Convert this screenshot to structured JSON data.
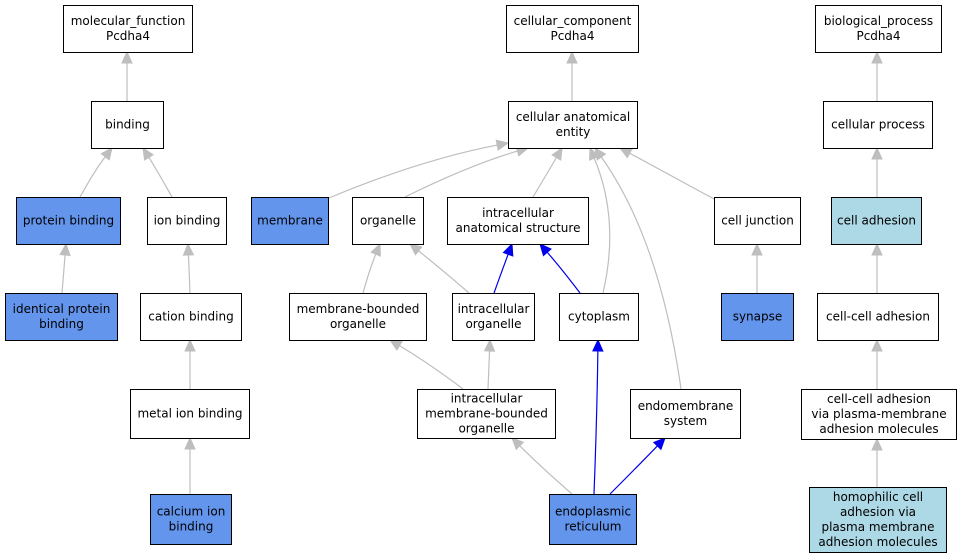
{
  "colors": {
    "default_fill": "#ffffff",
    "annotated_fill": "#6495ed",
    "highlight_fill": "#add8e6",
    "edge_gray": "#bebebe",
    "edge_blue": "#0000ee"
  },
  "nodes": {
    "molecular_function": {
      "lines": [
        "molecular_function",
        "Pcdha4"
      ],
      "style": "default"
    },
    "binding": {
      "lines": [
        "binding"
      ],
      "style": "default"
    },
    "protein_binding": {
      "lines": [
        "protein binding"
      ],
      "style": "annotated"
    },
    "ion_binding": {
      "lines": [
        "ion binding"
      ],
      "style": "default"
    },
    "identical_protein_binding": {
      "lines": [
        "identical protein",
        "binding"
      ],
      "style": "annotated"
    },
    "cation_binding": {
      "lines": [
        "cation binding"
      ],
      "style": "default"
    },
    "metal_ion_binding": {
      "lines": [
        "metal ion binding"
      ],
      "style": "default"
    },
    "calcium_ion_binding": {
      "lines": [
        "calcium ion",
        "binding"
      ],
      "style": "annotated"
    },
    "cellular_component": {
      "lines": [
        "cellular_component",
        "Pcdha4"
      ],
      "style": "default"
    },
    "cellular_anatomical_entity": {
      "lines": [
        "cellular anatomical",
        "entity"
      ],
      "style": "default"
    },
    "membrane": {
      "lines": [
        "membrane"
      ],
      "style": "annotated"
    },
    "organelle": {
      "lines": [
        "organelle"
      ],
      "style": "default"
    },
    "intracellular_anatomical_structure": {
      "lines": [
        "intracellular",
        "anatomical structure"
      ],
      "style": "default"
    },
    "cell_junction": {
      "lines": [
        "cell junction"
      ],
      "style": "default"
    },
    "membrane_bounded_organelle": {
      "lines": [
        "membrane-bounded",
        "organelle"
      ],
      "style": "default"
    },
    "intracellular_organelle": {
      "lines": [
        "intracellular",
        "organelle"
      ],
      "style": "default"
    },
    "cytoplasm": {
      "lines": [
        "cytoplasm"
      ],
      "style": "default"
    },
    "synapse": {
      "lines": [
        "synapse"
      ],
      "style": "annotated"
    },
    "intracellular_membrane_bounded_organelle": {
      "lines": [
        "intracellular",
        "membrane-bounded",
        "organelle"
      ],
      "style": "default"
    },
    "endomembrane_system": {
      "lines": [
        "endomembrane",
        "system"
      ],
      "style": "default"
    },
    "endoplasmic_reticulum": {
      "lines": [
        "endoplasmic",
        "reticulum"
      ],
      "style": "annotated"
    },
    "biological_process": {
      "lines": [
        "biological_process",
        "Pcdha4"
      ],
      "style": "default"
    },
    "cellular_process": {
      "lines": [
        "cellular process"
      ],
      "style": "default"
    },
    "cell_adhesion": {
      "lines": [
        "cell adhesion"
      ],
      "style": "highlight"
    },
    "cell_cell_adhesion": {
      "lines": [
        "cell-cell adhesion"
      ],
      "style": "default"
    },
    "cell_cell_adhesion_via_pm": {
      "lines": [
        "cell-cell adhesion",
        "via plasma-membrane",
        "adhesion molecules"
      ],
      "style": "default"
    },
    "homophilic_cell_adhesion": {
      "lines": [
        "homophilic cell",
        "adhesion via",
        "plasma membrane",
        "adhesion molecules"
      ],
      "style": "highlight"
    }
  },
  "edges": [
    {
      "from": "binding",
      "to": "molecular_function",
      "color": "gray"
    },
    {
      "from": "protein_binding",
      "to": "binding",
      "color": "gray"
    },
    {
      "from": "ion_binding",
      "to": "binding",
      "color": "gray"
    },
    {
      "from": "identical_protein_binding",
      "to": "protein_binding",
      "color": "gray"
    },
    {
      "from": "cation_binding",
      "to": "ion_binding",
      "color": "gray"
    },
    {
      "from": "metal_ion_binding",
      "to": "cation_binding",
      "color": "gray"
    },
    {
      "from": "calcium_ion_binding",
      "to": "metal_ion_binding",
      "color": "gray"
    },
    {
      "from": "cellular_anatomical_entity",
      "to": "cellular_component",
      "color": "gray"
    },
    {
      "from": "membrane",
      "to": "cellular_anatomical_entity",
      "color": "gray"
    },
    {
      "from": "organelle",
      "to": "cellular_anatomical_entity",
      "color": "gray"
    },
    {
      "from": "intracellular_anatomical_structure",
      "to": "cellular_anatomical_entity",
      "color": "gray"
    },
    {
      "from": "cytoplasm",
      "to": "cellular_anatomical_entity",
      "color": "gray"
    },
    {
      "from": "endomembrane_system",
      "to": "cellular_anatomical_entity",
      "color": "gray"
    },
    {
      "from": "cell_junction",
      "to": "cellular_anatomical_entity",
      "color": "gray"
    },
    {
      "from": "membrane_bounded_organelle",
      "to": "organelle",
      "color": "gray"
    },
    {
      "from": "intracellular_organelle",
      "to": "organelle",
      "color": "gray"
    },
    {
      "from": "intracellular_organelle",
      "to": "intracellular_anatomical_structure",
      "color": "blue"
    },
    {
      "from": "cytoplasm",
      "to": "intracellular_anatomical_structure",
      "color": "blue"
    },
    {
      "from": "synapse",
      "to": "cell_junction",
      "color": "gray"
    },
    {
      "from": "intracellular_membrane_bounded_organelle",
      "to": "membrane_bounded_organelle",
      "color": "gray"
    },
    {
      "from": "intracellular_membrane_bounded_organelle",
      "to": "intracellular_organelle",
      "color": "gray"
    },
    {
      "from": "endoplasmic_reticulum",
      "to": "intracellular_membrane_bounded_organelle",
      "color": "gray"
    },
    {
      "from": "endoplasmic_reticulum",
      "to": "cytoplasm",
      "color": "blue"
    },
    {
      "from": "endoplasmic_reticulum",
      "to": "endomembrane_system",
      "color": "blue"
    },
    {
      "from": "cellular_process",
      "to": "biological_process",
      "color": "gray"
    },
    {
      "from": "cell_adhesion",
      "to": "cellular_process",
      "color": "gray"
    },
    {
      "from": "cell_cell_adhesion",
      "to": "cell_adhesion",
      "color": "gray"
    },
    {
      "from": "cell_cell_adhesion_via_pm",
      "to": "cell_cell_adhesion",
      "color": "gray"
    },
    {
      "from": "homophilic_cell_adhesion",
      "to": "cell_cell_adhesion_via_pm",
      "color": "gray"
    }
  ]
}
